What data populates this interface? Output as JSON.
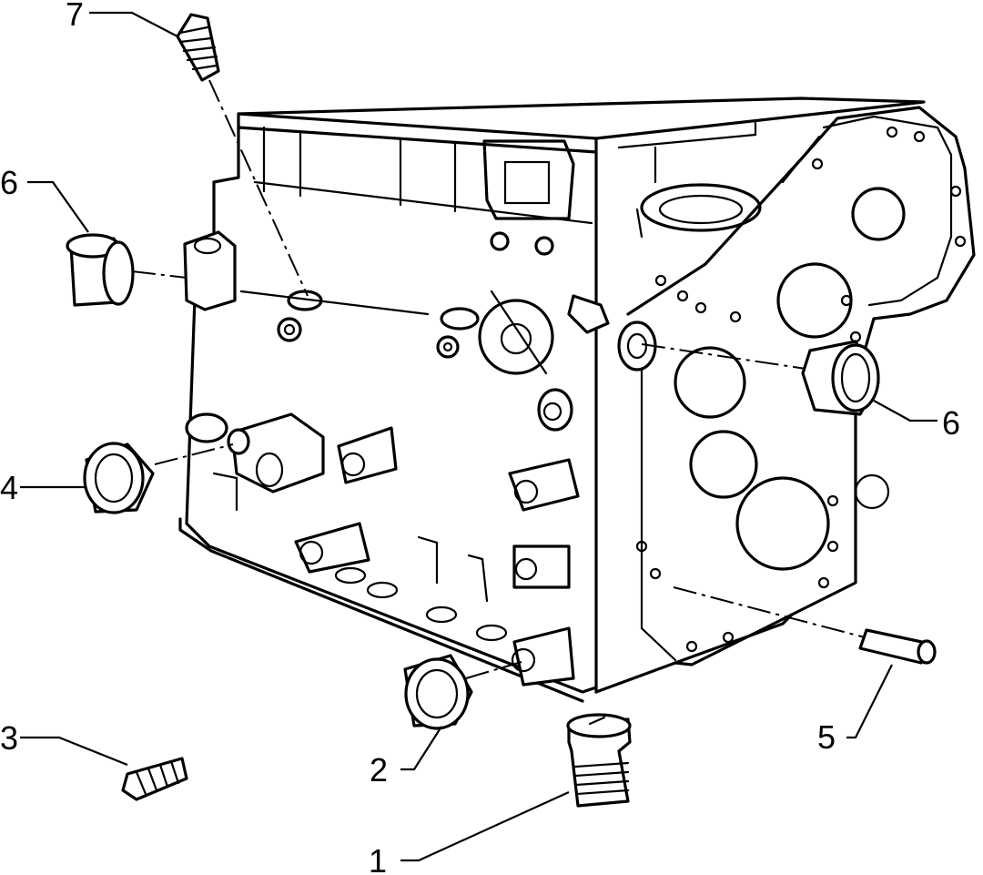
{
  "diagram": {
    "callouts": [
      {
        "id": "c1",
        "label": "1"
      },
      {
        "id": "c2",
        "label": "2"
      },
      {
        "id": "c3",
        "label": "3"
      },
      {
        "id": "c4",
        "label": "4"
      },
      {
        "id": "c5",
        "label": "5"
      },
      {
        "id": "c6a",
        "label": "6"
      },
      {
        "id": "c6b",
        "label": "6"
      },
      {
        "id": "c7",
        "label": "7"
      }
    ]
  }
}
